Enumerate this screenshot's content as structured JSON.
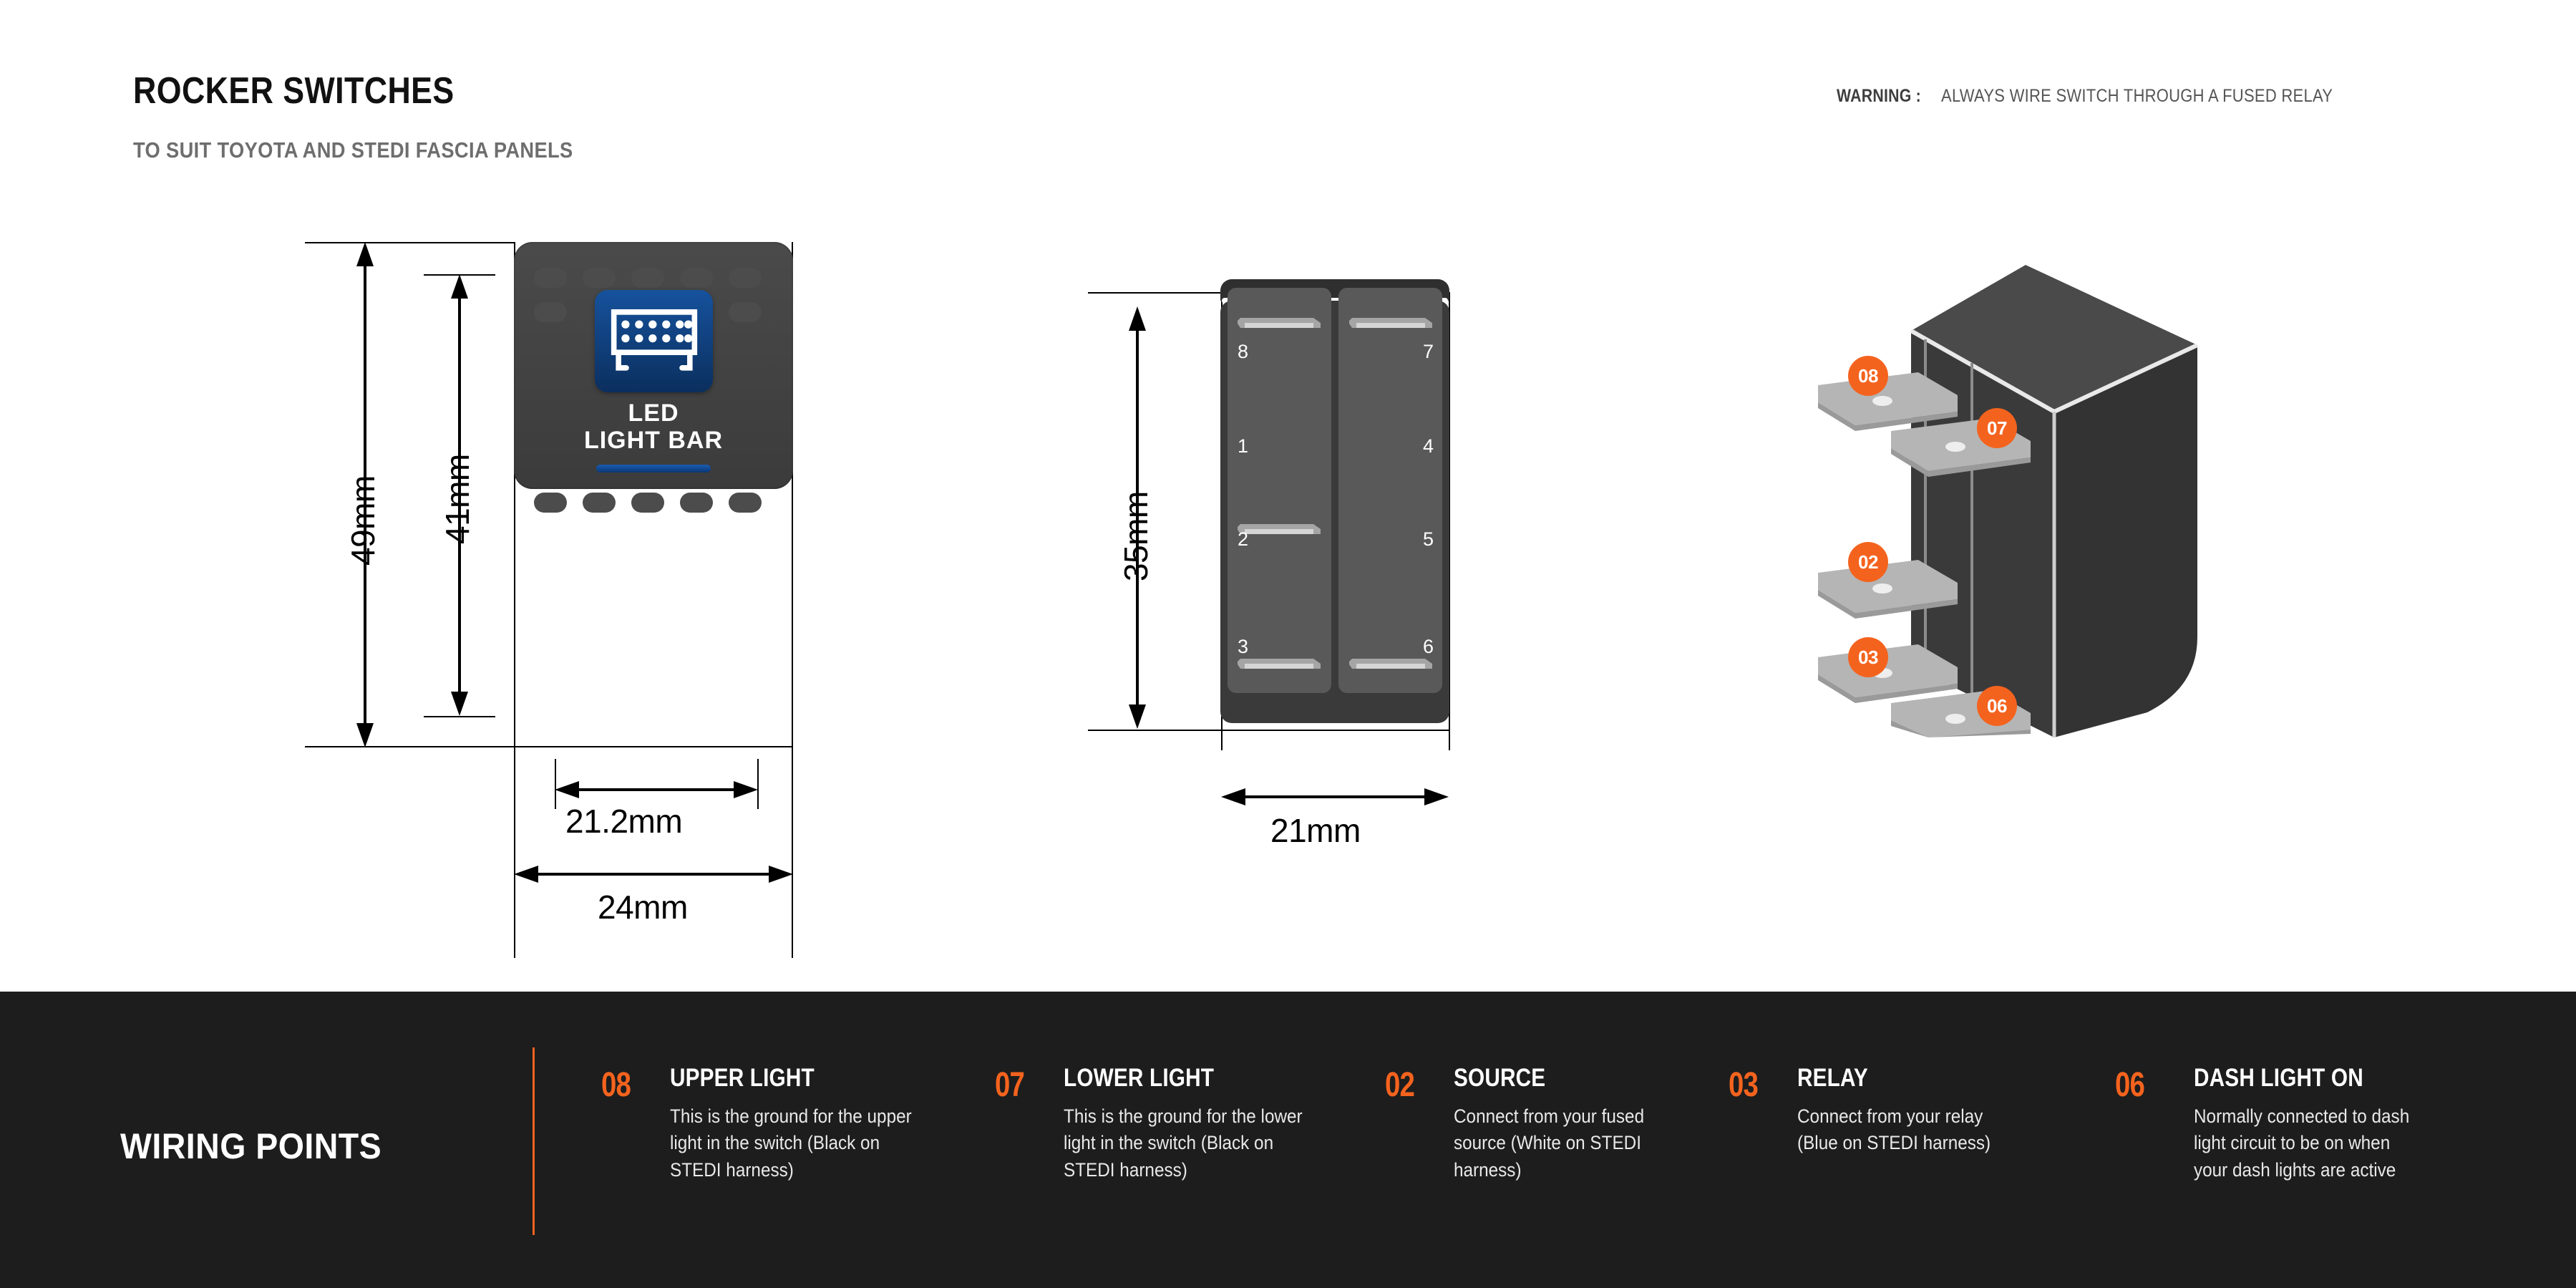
{
  "header": {
    "title": "ROCKER SWITCHES",
    "subtitle": "TO SUIT TOYOTA AND STEDI FASCIA PANELS",
    "warning_label": "WARNING :",
    "warning_text": "ALWAYS WIRE SWITCH THROUGH A FUSED RELAY"
  },
  "colors": {
    "accent_orange": "#F4631E",
    "footer_bg": "#1d1d1d",
    "switch_body": "#424242",
    "icon_blue": "#0e4a93",
    "indicator_blue": "#10499a"
  },
  "front_view": {
    "icon_name": "led-light-bar-icon",
    "label_line1": "LED",
    "label_line2": "LIGHT BAR",
    "dimensions": {
      "overall_height": "49mm",
      "visible_height": "41mm",
      "inner_width": "21.2mm",
      "overall_width": "24mm"
    }
  },
  "rear_view": {
    "dimensions": {
      "height": "35mm",
      "width": "21mm"
    },
    "pins_left": [
      "8",
      "1",
      "2",
      "3"
    ],
    "pins_right": [
      "7",
      "4",
      "5",
      "6"
    ]
  },
  "iso_view": {
    "badges": [
      "08",
      "07",
      "02",
      "03",
      "06"
    ]
  },
  "footer": {
    "title": "WIRING POINTS",
    "items": [
      {
        "num": "08",
        "name": "UPPER LIGHT",
        "desc": "This is the ground for the upper light in the switch (Black on STEDI harness)"
      },
      {
        "num": "07",
        "name": "LOWER LIGHT",
        "desc": "This is the ground for the lower light in the switch (Black on STEDI harness)"
      },
      {
        "num": "02",
        "name": "SOURCE",
        "desc": "Connect from your fused source (White on STEDI harness)"
      },
      {
        "num": "03",
        "name": "RELAY",
        "desc": "Connect from your relay (Blue on STEDI harness)"
      },
      {
        "num": "06",
        "name": "DASH LIGHT ON",
        "desc": "Normally connected to dash light circuit to be on when your dash lights are active"
      }
    ]
  }
}
